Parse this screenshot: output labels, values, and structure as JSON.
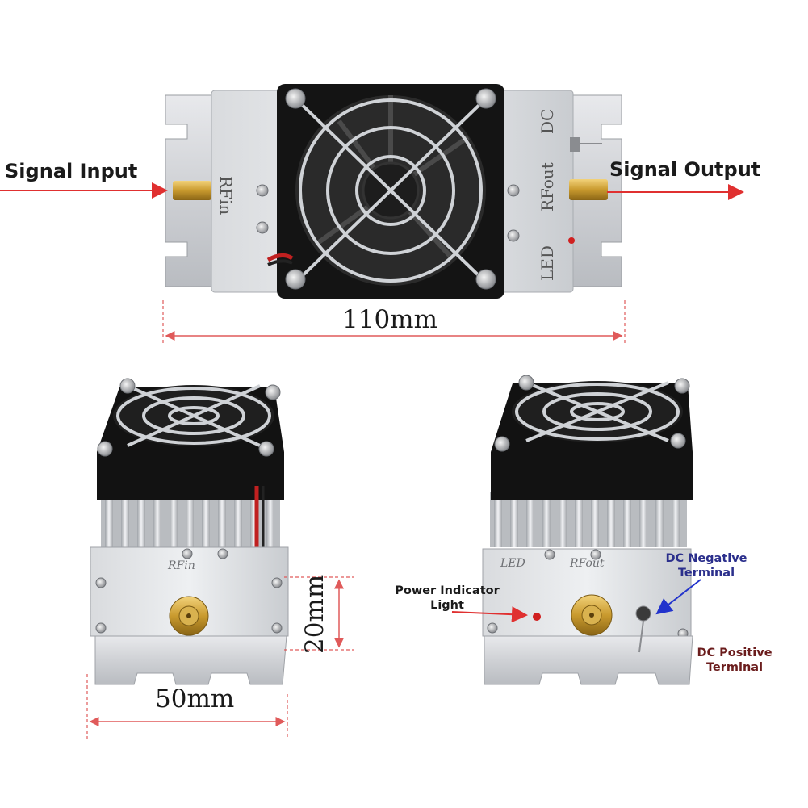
{
  "labels": {
    "signal_input": "Signal Input",
    "signal_output": "Signal Output",
    "length": "110mm",
    "width": "50mm",
    "height": "20mm",
    "power_indicator_line1": "Power Indicator",
    "power_indicator_line2": "Light",
    "dc_negative_line1": "DC Negative",
    "dc_negative_line2": "Terminal",
    "dc_positive_line1": "DC Positive",
    "dc_positive_line2": "Terminal"
  },
  "engravings": {
    "rf_in": "RFin",
    "rf_out": "RFout",
    "dc": "DC",
    "led": "LED",
    "front_rf_in": "RFin",
    "back_rf_out": "RFout",
    "back_led": "LED"
  },
  "colors": {
    "arrow_red": "#e03030",
    "dimension_line": "#e05a5a",
    "dc_negative_text": "#2b2f8c",
    "dc_positive_text": "#6b1d1d",
    "dc_negative_arrow": "#2233cc"
  }
}
